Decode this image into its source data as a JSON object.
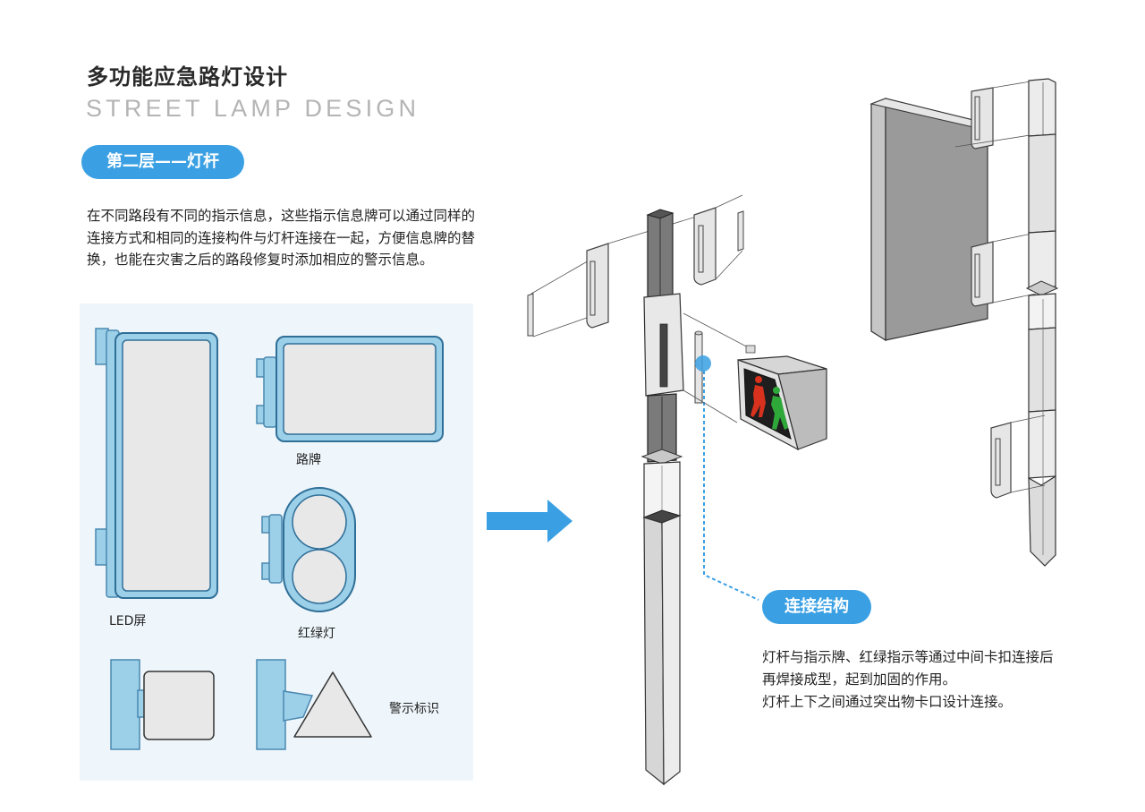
{
  "header": {
    "title_cn": "多功能应急路灯设计",
    "title_en": "STREET LAMP DESIGN"
  },
  "section": {
    "layer_label": "第二层——灯杆",
    "description": "在不同路段有不同的指示信息，这些指示信息牌可以通过同样的连接方式和相同的连接构件与灯杆连接在一起，方便信息牌的替换，也能在灾害之后的路段修复时添加相应的警示信息。"
  },
  "signs": {
    "led_label": "LED屏",
    "road_label": "路牌",
    "traffic_label": "红绿灯",
    "warning_label": "警示标识"
  },
  "connection": {
    "label": "连接结构",
    "lines": [
      "灯杆与指示牌、红绿指示等通过中间卡扣连接后",
      "再焊接成型，起到加固的作用。",
      "灯杆上下之间通过突出物卡口设计连接。"
    ]
  },
  "colors": {
    "accent": "#3aa0e3",
    "panel_bg": "#eef6fb",
    "sign_blue": "#9ccfe8",
    "sign_face": "#e8e8e8",
    "pedestrian_red": "#d8321e",
    "pedestrian_green": "#2fa83a"
  }
}
